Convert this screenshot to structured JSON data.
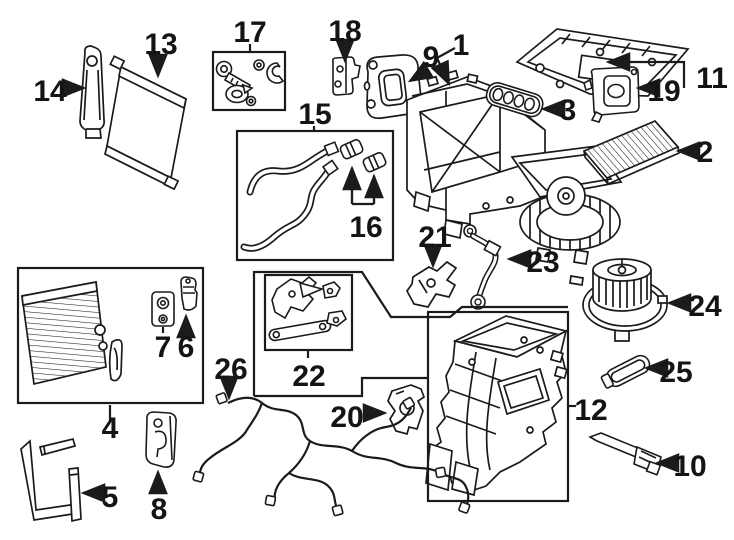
{
  "diagram": {
    "background": "#ffffff",
    "line_color": "#1b1b1b",
    "callouts": [
      {
        "n": "1"
      },
      {
        "n": "2"
      },
      {
        "n": "3"
      },
      {
        "n": "4"
      },
      {
        "n": "5"
      },
      {
        "n": "6"
      },
      {
        "n": "7"
      },
      {
        "n": "8"
      },
      {
        "n": "9"
      },
      {
        "n": "10"
      },
      {
        "n": "11"
      },
      {
        "n": "12"
      },
      {
        "n": "13"
      },
      {
        "n": "14"
      },
      {
        "n": "15"
      },
      {
        "n": "16"
      },
      {
        "n": "17"
      },
      {
        "n": "18"
      },
      {
        "n": "19"
      },
      {
        "n": "20"
      },
      {
        "n": "21"
      },
      {
        "n": "22"
      },
      {
        "n": "23"
      },
      {
        "n": "24"
      },
      {
        "n": "25"
      },
      {
        "n": "26"
      }
    ]
  }
}
